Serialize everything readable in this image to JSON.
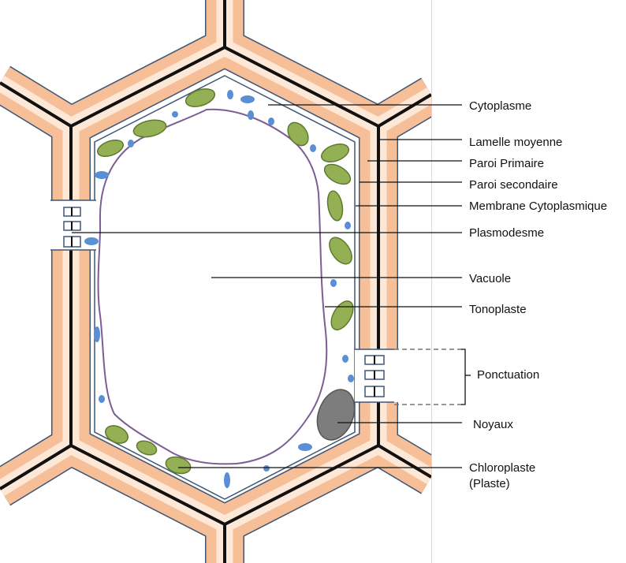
{
  "diagram": {
    "labels": {
      "cytoplasme": "Cytoplasme",
      "lamelle_moyenne": "Lamelle moyenne",
      "paroi_primaire": "Paroi Primaire",
      "paroi_secondaire": "Paroi secondaire",
      "membrane_cytoplasmique": "Membrane Cytoplasmique",
      "plasmodesme": "Plasmodesme",
      "vacuole": "Vacuole",
      "tonoplaste": "Tonoplaste",
      "ponctuation": "Ponctuation",
      "noyaux": "Noyaux",
      "chloroplaste_line1": "Chloroplaste",
      "chloroplaste_line2": "(Plaste)"
    },
    "colors": {
      "wall_orange": "#f6bf98",
      "wall_light": "#fde8d8",
      "middle_lamella": "#111111",
      "outline": "#3f5777",
      "cytoplasm": "#ffffff",
      "chloroplast": "#93b055",
      "chloroplast_edge": "#5f7a2e",
      "blue_granule": "#5a8fd6",
      "nucleus": "#7d7d7d",
      "tonoplast": "#7b5f94",
      "leader_line": "#111111"
    }
  }
}
